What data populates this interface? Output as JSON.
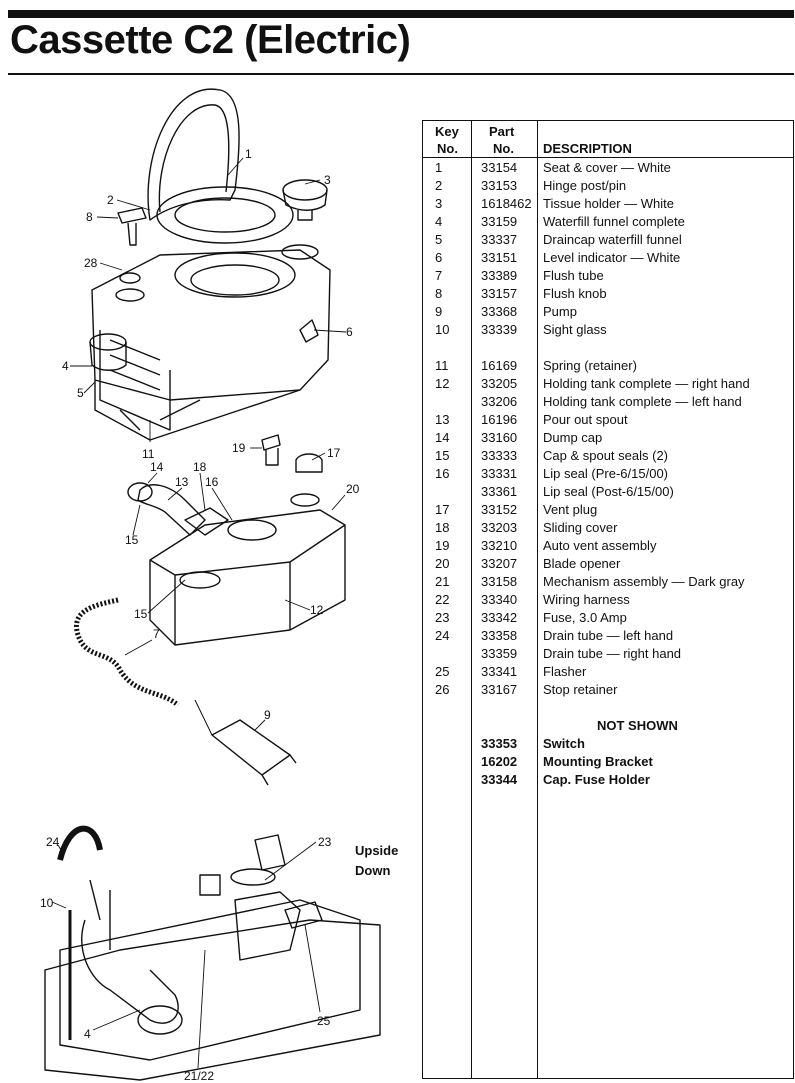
{
  "title": "Cassette C2 (Electric)",
  "diagram": {
    "callouts": [
      "1",
      "2",
      "3",
      "8",
      "28",
      "6",
      "4",
      "5",
      "11",
      "19",
      "17",
      "14",
      "18",
      "13",
      "16",
      "20",
      "15",
      "15",
      "12",
      "7",
      "9",
      "24",
      "23",
      "10",
      "4",
      "21/22",
      "25"
    ],
    "upside_down_label": [
      "Upside",
      "Down"
    ]
  },
  "table": {
    "headers": {
      "key": [
        "Key",
        "No."
      ],
      "part": [
        "Part",
        "No."
      ],
      "description": "DESCRIPTION"
    },
    "rows": [
      {
        "key": "1",
        "part": "33154",
        "desc": "Seat & cover — White"
      },
      {
        "key": "2",
        "part": "33153",
        "desc": "Hinge post/pin"
      },
      {
        "key": "3",
        "part": "1618462",
        "desc": "Tissue holder — White"
      },
      {
        "key": "4",
        "part": "33159",
        "desc": "Waterfill funnel complete"
      },
      {
        "key": "5",
        "part": "33337",
        "desc": "Draincap waterfill funnel"
      },
      {
        "key": "6",
        "part": "33151",
        "desc": "Level indicator — White"
      },
      {
        "key": "7",
        "part": "33389",
        "desc": "Flush tube"
      },
      {
        "key": "8",
        "part": "33157",
        "desc": "Flush knob"
      },
      {
        "key": "9",
        "part": "33368",
        "desc": "Pump"
      },
      {
        "key": "10",
        "part": "33339",
        "desc": "Sight glass"
      },
      {
        "key": "",
        "part": "",
        "desc": ""
      },
      {
        "key": "11",
        "part": "16169",
        "desc": "Spring (retainer)"
      },
      {
        "key": "12",
        "part": "33205",
        "desc": "Holding tank complete — right hand"
      },
      {
        "key": "",
        "part": "33206",
        "desc": "Holding tank complete — left hand"
      },
      {
        "key": "13",
        "part": "16196",
        "desc": "Pour out spout"
      },
      {
        "key": "14",
        "part": "33160",
        "desc": "Dump cap"
      },
      {
        "key": "15",
        "part": "33333",
        "desc": "Cap & spout seals (2)"
      },
      {
        "key": "16",
        "part": "33331",
        "desc": "Lip seal (Pre-6/15/00)"
      },
      {
        "key": "",
        "part": "33361",
        "desc": "Lip seal (Post-6/15/00)"
      },
      {
        "key": "17",
        "part": "33152",
        "desc": "Vent plug"
      },
      {
        "key": "18",
        "part": "33203",
        "desc": "Sliding cover"
      },
      {
        "key": "19",
        "part": "33210",
        "desc": "Auto vent assembly"
      },
      {
        "key": "20",
        "part": "33207",
        "desc": "Blade opener"
      },
      {
        "key": "21",
        "part": "33158",
        "desc": "Mechanism assembly — Dark gray"
      },
      {
        "key": "22",
        "part": "33340",
        "desc": "Wiring harness"
      },
      {
        "key": "23",
        "part": "33342",
        "desc": "Fuse, 3.0 Amp"
      },
      {
        "key": "24",
        "part": "33358",
        "desc": "Drain tube — left hand"
      },
      {
        "key": "",
        "part": "33359",
        "desc": "Drain tube — right hand"
      },
      {
        "key": "25",
        "part": "33341",
        "desc": "Flasher"
      },
      {
        "key": "26",
        "part": "33167",
        "desc": "Stop retainer"
      }
    ],
    "not_shown_heading": "NOT SHOWN",
    "not_shown": [
      {
        "part": "33353",
        "desc": "Switch"
      },
      {
        "part": "16202",
        "desc": "Mounting Bracket"
      },
      {
        "part": "33344",
        "desc": "Cap. Fuse Holder"
      }
    ]
  }
}
